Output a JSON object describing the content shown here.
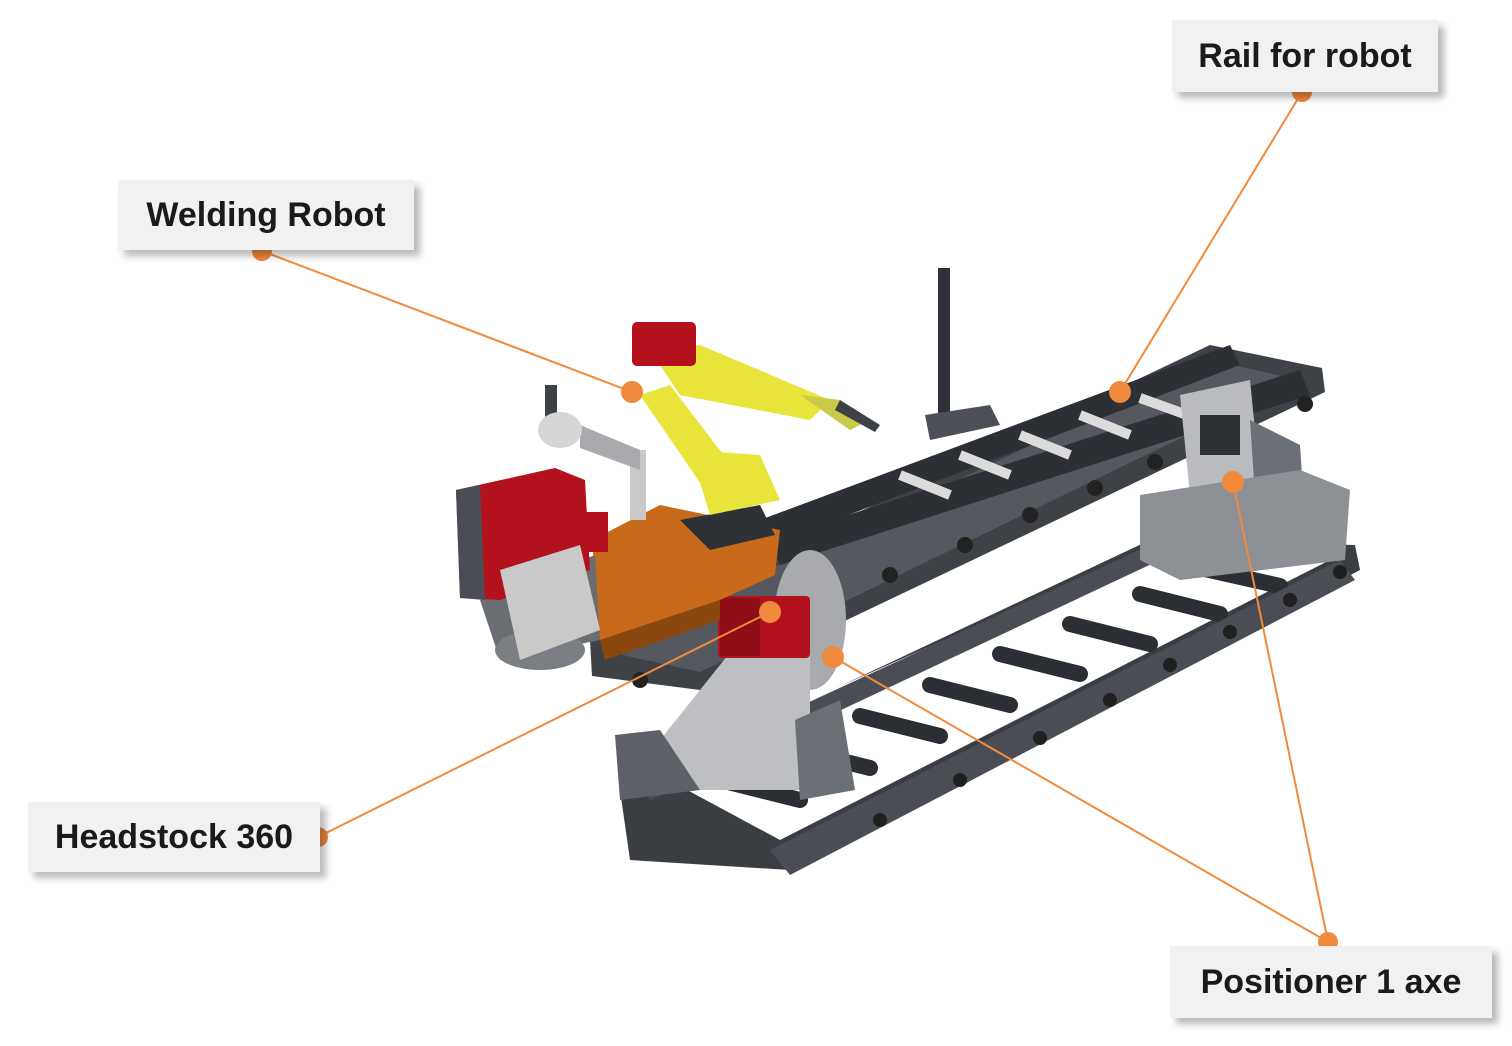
{
  "labels": {
    "rail": "Rail for robot",
    "welding": "Welding Robot",
    "headstock": "Headstock 360",
    "positioner": "Positioner 1 axe"
  },
  "colors": {
    "leader": "#f08a3c",
    "callout_bg": "#f1f1f1",
    "frame_dark": "#3e4247",
    "frame_mid": "#6b7076",
    "robot_yellow": "#e8e43a",
    "motor_red": "#b3121c",
    "base_orange": "#c86a1a",
    "steel_light": "#c9c9c9"
  }
}
